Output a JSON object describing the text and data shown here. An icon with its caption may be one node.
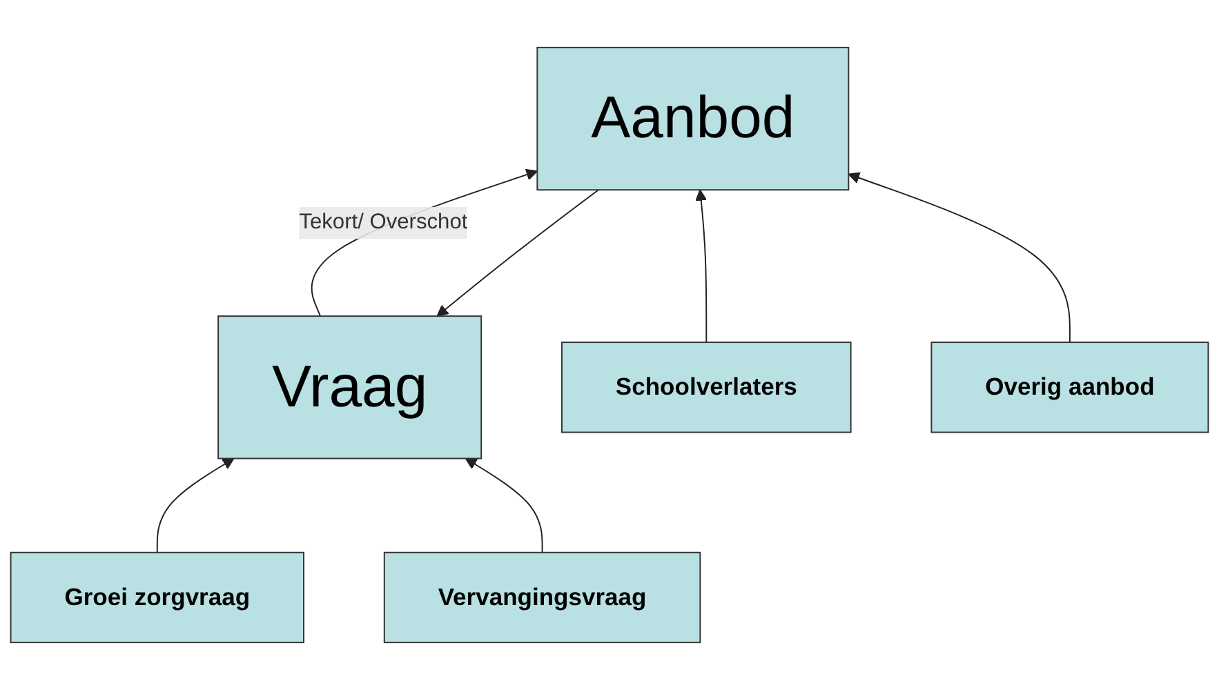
{
  "diagram": {
    "nodes": [
      {
        "text": [
          "Vraag"
        ]
      },
      {
        "text": [
          "Aanbod"
        ]
      },
      {
        "text": [
          "Groei zorgvraag"
        ]
      },
      {
        "text": [
          "Vervangingsvraag"
        ]
      },
      {
        "text": [
          "Schoolverlaters"
        ]
      },
      {
        "text": [
          "Overig aanbod"
        ]
      }
    ],
    "edges": [
      {
        "from": 0,
        "to": 1,
        "arrow": "to",
        "label": "Tekort/ Overschot"
      },
      {
        "from": 1,
        "to": 0,
        "arrow": "to"
      },
      {
        "from": 2,
        "to": 0,
        "arrow": "to"
      },
      {
        "from": 3,
        "to": 0,
        "arrow": "to"
      },
      {
        "from": 4,
        "to": 1,
        "arrow": "to"
      },
      {
        "from": 5,
        "to": 1,
        "arrow": "to"
      }
    ]
  }
}
